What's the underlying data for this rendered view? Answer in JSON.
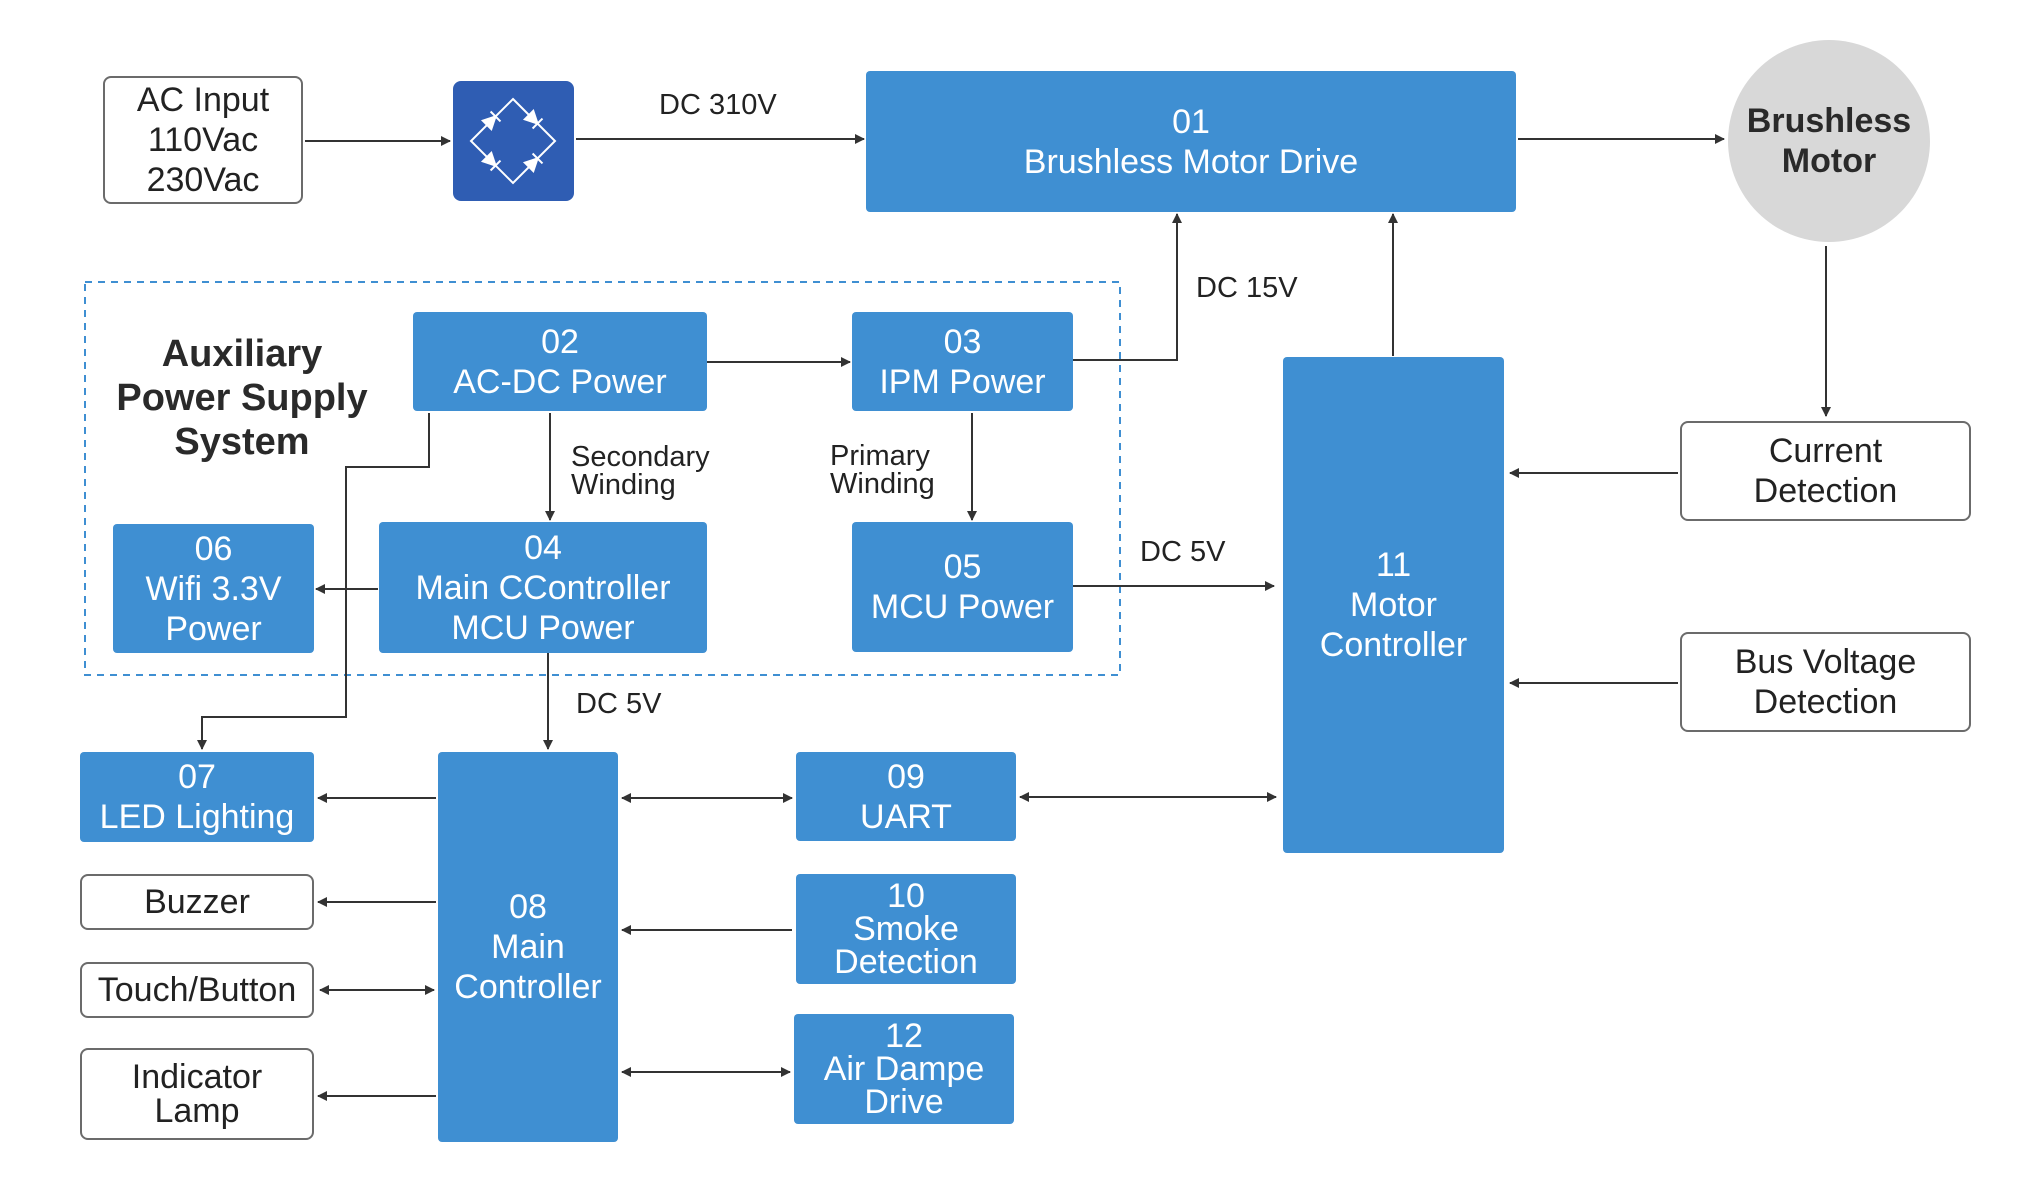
{
  "ac_input": {
    "line1": "AC Input",
    "line2": "110Vac",
    "line3": "230Vac"
  },
  "labels": {
    "dc310": "DC 310V",
    "dc15": "DC 15V",
    "dc5_mcu": "DC 5V",
    "dc5_main": "DC 5V",
    "secondary_1": "Secondary",
    "secondary_2": "Winding",
    "primary_1": "Primary",
    "primary_2": "Winding"
  },
  "auxiliary_title": {
    "line1": "Auxiliary",
    "line2": "Power Supply",
    "line3": "System"
  },
  "motor": {
    "line1": "Brushless",
    "line2": "Motor"
  },
  "blocks": {
    "b01": {
      "num": "01",
      "line1": "Brushless Motor Drive"
    },
    "b02": {
      "num": "02",
      "line1": "AC-DC Power"
    },
    "b03": {
      "num": "03",
      "line1": "IPM Power"
    },
    "b04": {
      "num": "04",
      "line1": "Main CController",
      "line2": "MCU Power"
    },
    "b05": {
      "num": "05",
      "line1": "MCU Power"
    },
    "b06": {
      "num": "06",
      "line1": "Wifi 3.3V",
      "line2": "Power"
    },
    "b07": {
      "num": "07",
      "line1": "LED Lighting"
    },
    "b08": {
      "num": "08",
      "line1": "Main",
      "line2": "Controller"
    },
    "b09": {
      "num": "09",
      "line1": "UART"
    },
    "b10": {
      "num": "10",
      "line1": "Smoke",
      "line2": "Detection"
    },
    "b11": {
      "num": "11",
      "line1": "Motor",
      "line2": "Controller"
    },
    "b12": {
      "num": "12",
      "line1": "Air Dampe",
      "line2": "Drive"
    }
  },
  "peripherals": {
    "buzzer": "Buzzer",
    "touch": "Touch/Button",
    "indicator_1": "Indicator",
    "indicator_2": "Lamp",
    "current_1": "Current",
    "current_2": "Detection",
    "busv_1": "Bus Voltage",
    "busv_2": "Detection"
  },
  "colors": {
    "block_blue": "#3f8fd2",
    "rectifier_blue": "#2f5db3",
    "motor_gray": "#d8d8d8",
    "dashed_border": "#3f8fd2",
    "wire": "#333333"
  },
  "icons": {
    "rectifier": "bridge-rectifier-icon"
  }
}
